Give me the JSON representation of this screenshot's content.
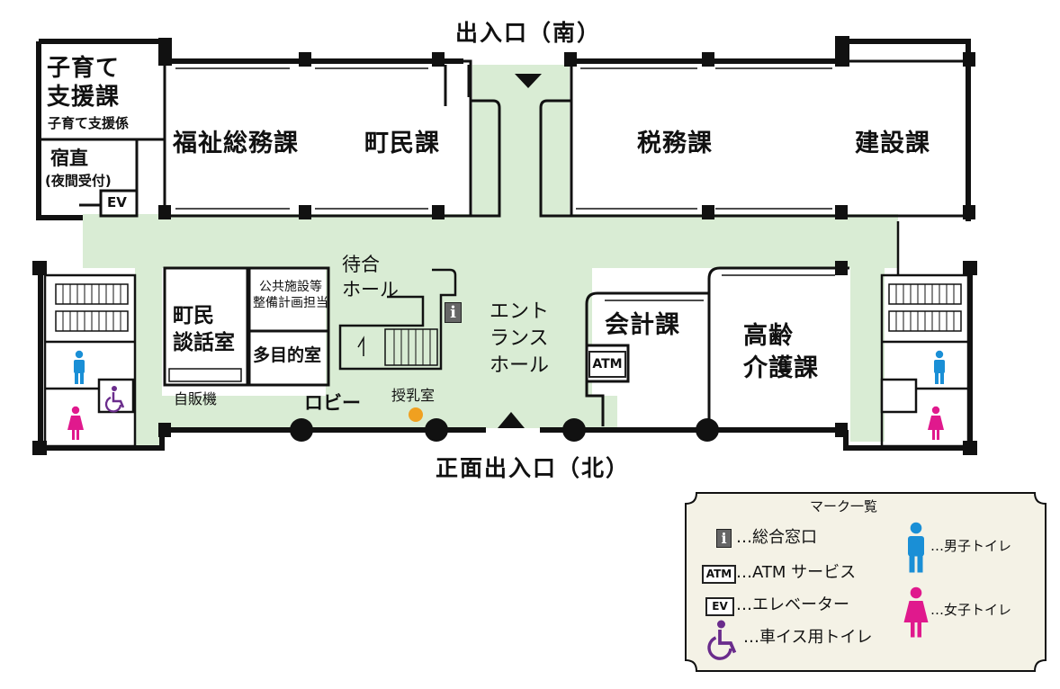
{
  "title": "",
  "colors": {
    "corridor": "#d9ecd4",
    "wall": "#111111",
    "male": "#1a8fd6",
    "female": "#e0198d",
    "wheelchair": "#6a2c8c",
    "nursing": "#f0a020",
    "legend_bg": "#f4f2e6"
  },
  "entrances": {
    "south": "出入口（南）",
    "north": "正面出入口（北）"
  },
  "rooms": {
    "kosodate_shien_ka": "子育て\n支援課",
    "kosodate_shien_kakari": "子育て支援係",
    "shukuchoku": "宿直",
    "yakan_uketsuke": "(夜間受付)",
    "ev": "EV",
    "fukushi_somu": "福祉総務課",
    "chomin": "町民課",
    "zeimu": "税務課",
    "kensetsu": "建設課",
    "machiai_hall": "待合\nホール",
    "info": "i",
    "entrance_hall": "エント\nランス\nホール",
    "chomin_danwa": "町民\n談話室",
    "kokyo_shisetsu": "公共施設等\n整備計画担当",
    "tamokuteki": "多目的室",
    "jihanki": "自販機",
    "lobby": "ロビー",
    "junyu": "授乳室",
    "kaikei": "会計課",
    "atm": "ATM",
    "koreikaigo": "高齢\n介護課"
  },
  "legend": {
    "title": "マーク一覧",
    "info_icon": "i",
    "info_label": "…総合窓口",
    "atm_icon": "ATM",
    "atm_label": "…ATM サービス",
    "ev_icon": "EV",
    "ev_label": "…エレベーター",
    "wheelchair_label": "…車イス用トイレ",
    "male_label": "…男子トイレ",
    "female_label": "…女子トイレ"
  }
}
